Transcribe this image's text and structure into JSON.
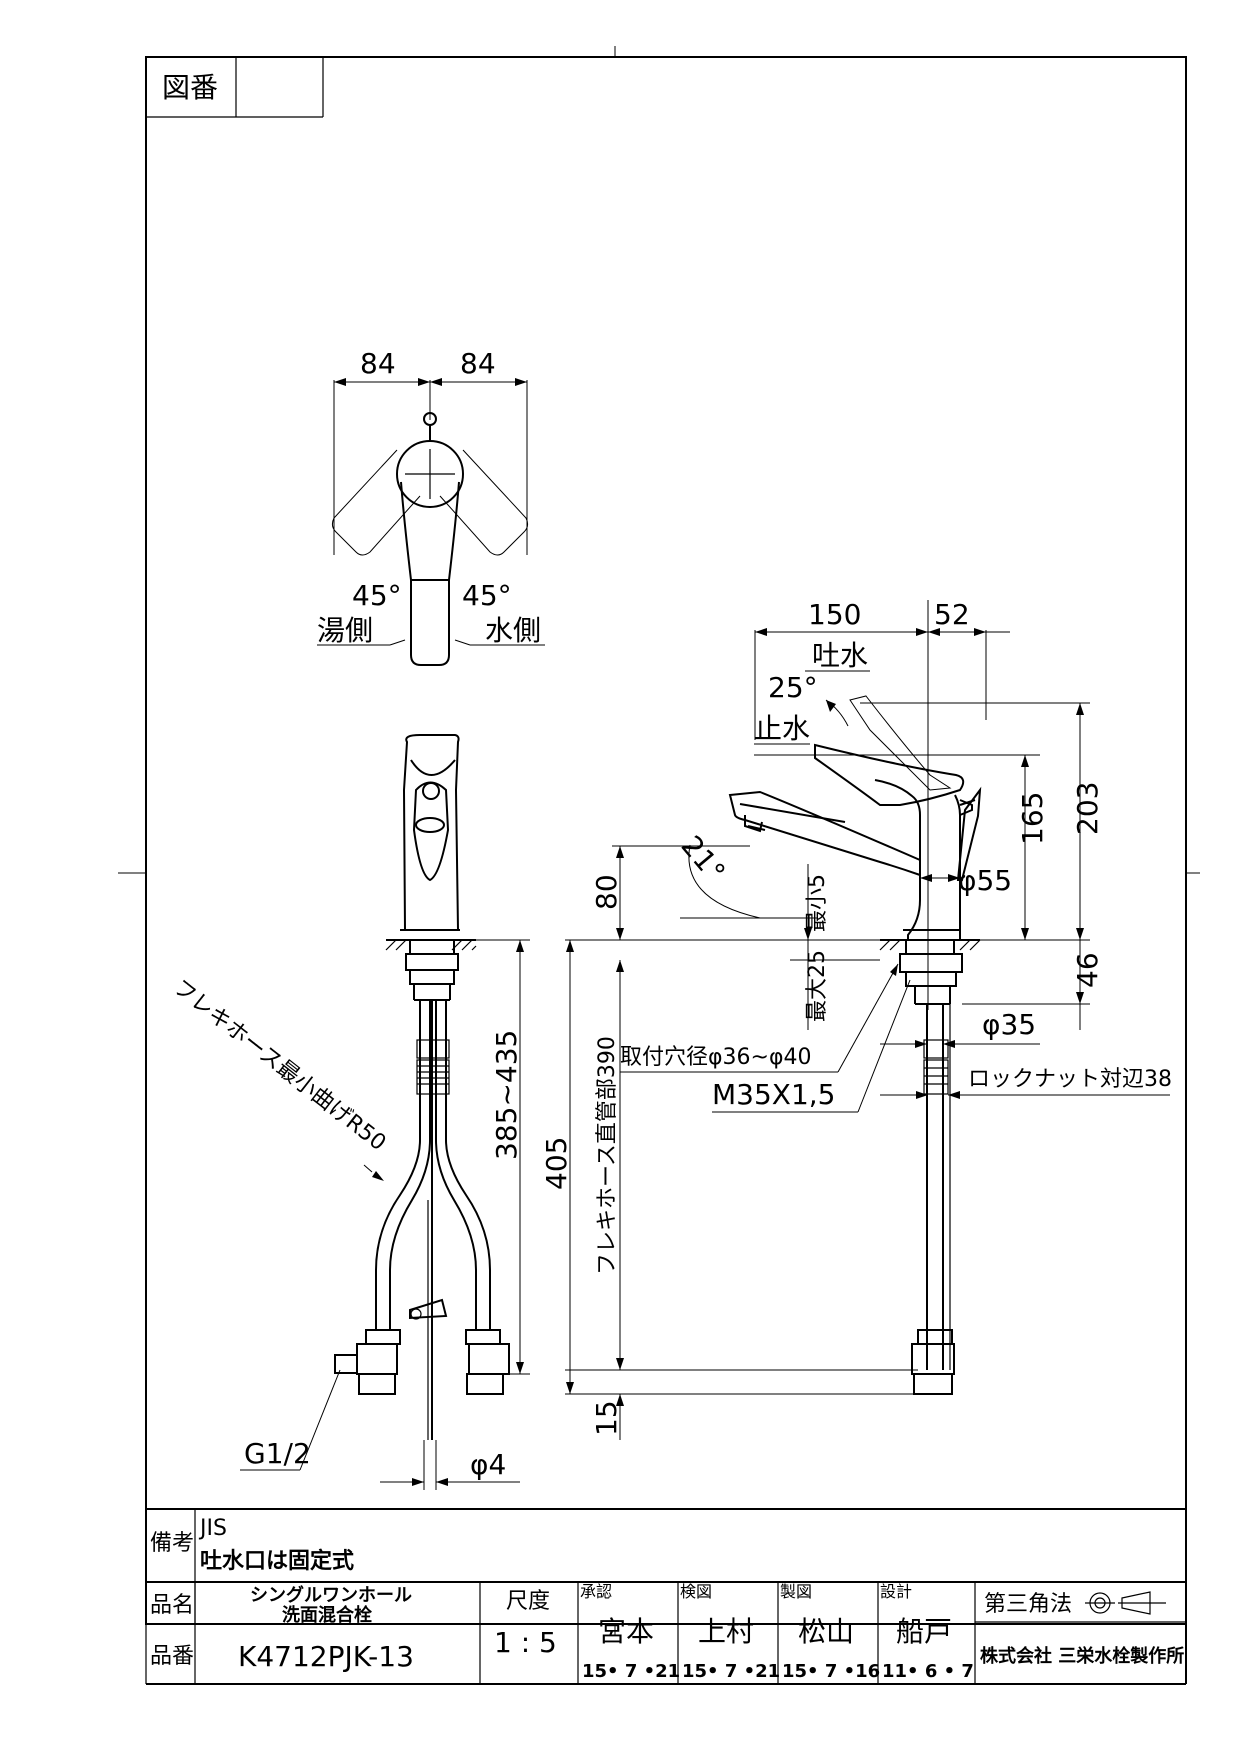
{
  "drawing_number_label": "図番",
  "drawing_number_value": "",
  "top_view": {
    "dim_left": "84",
    "dim_right": "84",
    "angle_left": "45°",
    "angle_right": "45°",
    "hot_side": "湯側",
    "cold_side": "水側"
  },
  "front_view": {
    "hose_min_bend": "フレキホース最小曲げR50",
    "height_range": "385~435",
    "inlet_thread": "G1/2",
    "rod_diameter": "φ4"
  },
  "side_view": {
    "dim_150": "150",
    "dim_52": "52",
    "spout_open": "吐水",
    "spout_angle": "25°",
    "spout_stop": "止水",
    "spout_tilt": "21°",
    "dim_165": "165",
    "dim_203": "203",
    "dim_80": "80",
    "body_diameter": "φ55",
    "min_thickness": "最小5",
    "max_thickness": "最大25",
    "dim_46": "46",
    "mounting_hole": "取付穴径φ36~φ40",
    "thread": "M35X1,5",
    "diameter_35": "φ35",
    "lock_nut": "ロックナット対辺38",
    "dim_405": "405",
    "hose_straight": "フレキホース直管部390",
    "dim_15": "15"
  },
  "notes": {
    "label": "備考",
    "line1": "JIS",
    "line2": "吐水口は固定式"
  },
  "title_block": {
    "name_label": "品名",
    "product_name_line1": "シングルワンホール",
    "product_name_line2": "洗面混合栓",
    "number_label": "品番",
    "product_number": "K4712PJK-13",
    "scale_label": "尺度",
    "scale_value": "1 : 5",
    "approved_label": "承認",
    "approved_name": "宮本",
    "approved_date": "15• 7 •21",
    "checked_label": "検図",
    "checked_name": "上村",
    "checked_date": "15• 7 •21",
    "drawn_label": "製図",
    "drawn_name": "松山",
    "drawn_date": "15• 7 •16",
    "design_label": "設計",
    "design_name": "船戸",
    "design_date": "11• 6 • 7",
    "projection": "第三角法",
    "company": "株式会社 三栄水栓製作所"
  }
}
